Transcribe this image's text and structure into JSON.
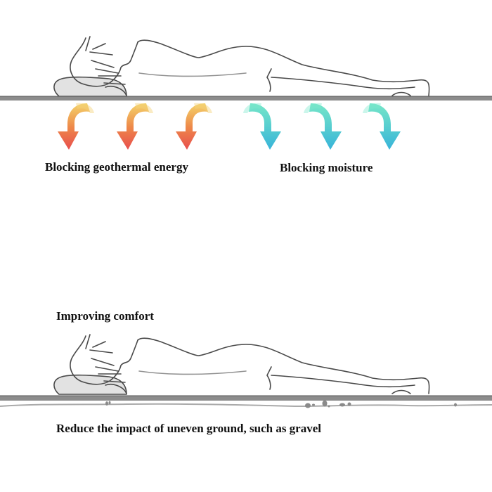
{
  "panels": [
    {
      "id": "top",
      "labels": {
        "left": "Blocking geothermal energy",
        "right": "Blocking moisture"
      },
      "arrows": {
        "heat_count": 3,
        "moisture_count": 3
      }
    },
    {
      "id": "bottom",
      "labels": {
        "heading": "Improving comfort",
        "caption": "Reduce the impact of uneven ground, such as gravel"
      }
    }
  ],
  "colors": {
    "mat": "#8c8c8c",
    "outline": "#4a4a4a",
    "pillow": "#e2e2e2",
    "heat_top": "#f0c050",
    "heat_bottom": "#e8504a",
    "moisture_top": "#5fe0c0",
    "moisture_bottom": "#3ab8d8",
    "text": "#111111"
  }
}
